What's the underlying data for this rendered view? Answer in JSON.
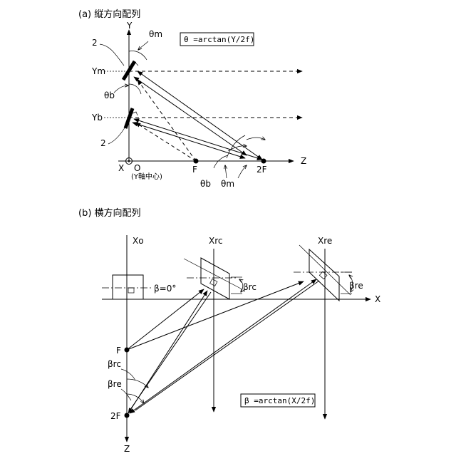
{
  "panel_a": {
    "title": "(a) 縦方向配列",
    "formula": "θ =arctan(Y/2f)",
    "axis_y": "Y",
    "axis_z": "Z",
    "axis_x": "X",
    "origin": "O",
    "origin_note": "(Y軸中心)",
    "label_ym": "Ym",
    "label_yb": "Yb",
    "label_f": "F",
    "label_2f": "2F",
    "mirror_label_top": "2",
    "mirror_label_bottom": "2",
    "angle_theta_m_top": "θm",
    "angle_theta_b_left": "θb",
    "angle_theta_b_bottom": "θb",
    "angle_theta_m_bottom": "θm"
  },
  "panel_b": {
    "title": "(b) 横方向配列",
    "formula": "β =arctan(X/2f)",
    "axis_xo": "Xo",
    "axis_x": "X",
    "axis_z": "Z",
    "label_xrc": "Xrc",
    "label_xre": "Xre",
    "beta_zero": "β=0°",
    "beta_rc": "βrc",
    "beta_re": "βre",
    "beta_rc_left": "βrc",
    "beta_re_left": "βre",
    "label_f": "F",
    "label_2f": "2F"
  }
}
